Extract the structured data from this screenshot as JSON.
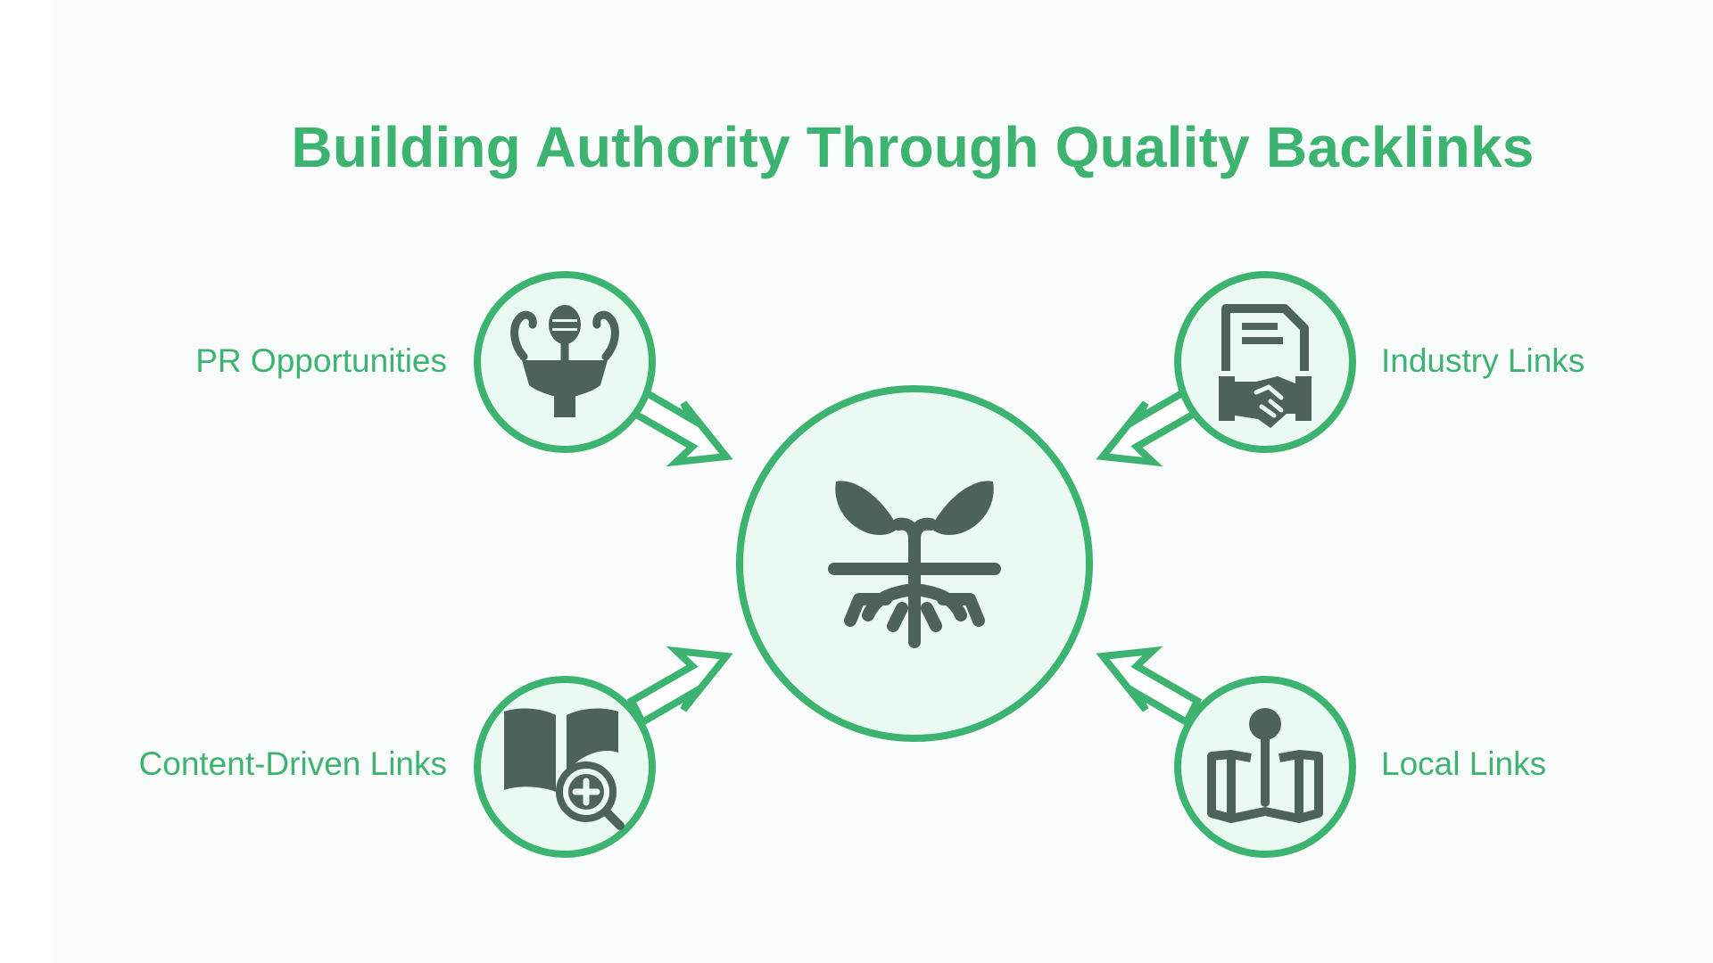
{
  "title": "Building Authority Through Quality Backlinks",
  "center": {
    "icon": "sprouting-plant-roots-icon"
  },
  "nodes": [
    {
      "id": "pr",
      "label": "PR Opportunities",
      "icon": "press-conference-microphone-icon"
    },
    {
      "id": "industry",
      "label": "Industry Links",
      "icon": "contract-handshake-icon"
    },
    {
      "id": "content",
      "label": "Content-Driven Links",
      "icon": "book-magnifier-plus-icon"
    },
    {
      "id": "local",
      "label": "Local Links",
      "icon": "map-location-pin-icon"
    }
  ],
  "colors": {
    "accent": "#3cb371",
    "circle_fill": "#eafaf2",
    "icon": "#4d6359",
    "background": "#fafbfb"
  }
}
